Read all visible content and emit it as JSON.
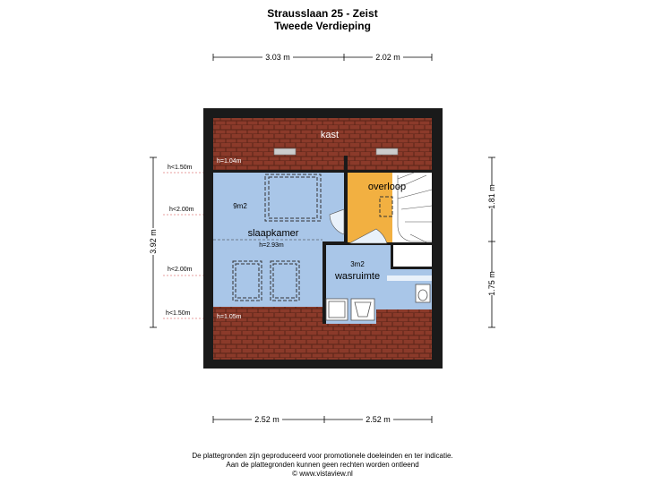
{
  "header": {
    "title": "Strausslaan 25 - Zeist",
    "subtitle": "Tweede Verdieping"
  },
  "dimensions": {
    "top_left": "3.03 m",
    "top_right": "2.02 m",
    "bottom_left": "2.52 m",
    "bottom_right": "2.52 m",
    "left_total": "3.92 m",
    "right_upper": "1.81 m",
    "right_lower": "1.75 m"
  },
  "heights": {
    "left_h1": "h<1.50m",
    "left_h2": "h<2.00m",
    "left_h3": "h<2.00m",
    "left_h4": "h<1.50m",
    "inner_top": "h=1.04m",
    "inner_bottom": "h=1.05m",
    "ceiling": "h=2.93m"
  },
  "rooms": {
    "kast": "kast",
    "overloop": "overloop",
    "slaapkamer": "slaapkamer",
    "slaapkamer_area": "9m2",
    "wasruimte": "wasruimte",
    "wasruimte_area": "3m2"
  },
  "colors": {
    "wall": "#1a1a1a",
    "roof_tile": "#8b3a2a",
    "slaapkamer": "#a9c6e8",
    "overloop": "#f2b041",
    "wasruimte": "#a9c6e8"
  },
  "footer": {
    "line1": "De plattegronden zijn geproduceerd voor promotionele doeleinden en ter indicatie.",
    "line2": "Aan de plattegronden kunnen geen rechten worden ontleend",
    "line3": "© www.vistaview.nl"
  }
}
